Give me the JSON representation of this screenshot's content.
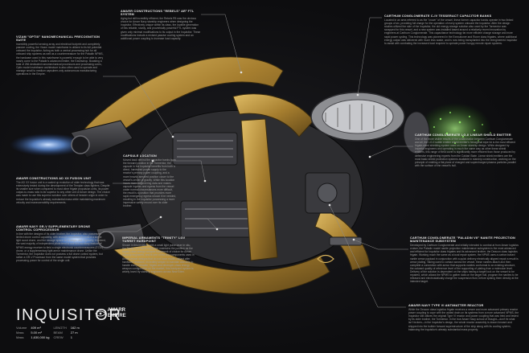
{
  "title": "INQUISITOR",
  "faction": {
    "line1": "AMARR",
    "line2": "EMPIRE"
  },
  "stats": [
    {
      "label": "Volume",
      "value": "409 m³",
      "label2": "LENGTH",
      "value2": "162 m"
    },
    {
      "label": "Mass",
      "value": "5.00 m³",
      "label2": "BEAM",
      "value2": "27 m"
    },
    {
      "label": "Mass",
      "value": "1,630,000 kg",
      "label2": "CREW",
      "value2": "1"
    }
  ],
  "annotations": [
    {
      "heading": "VIZAM \"OPTIX\" NANOMECHANICAL PRECOGNITION SUITE",
      "text": "Incredibly powerful sensing array and electrical footprint and completely passive cooling, the Vizam model mainframe is utilized to its full potential onboard the Inquisitor. Acting as both a central processing hub for all onboard ship systems as well as a countermeasure for the Paladin NPMS, the hardware used in this mainframe is powerful enough to be able to very nearly come to the Paladin's advanced limiter, the Eavesdrop. Boasting a total of 256 dedicated nanomechanical processors and processing cores, Optix model mainframe architecture is also often used to operate and manage small to medium capsuleer-only autonomous manufacturing operations in the Empire."
    },
    {
      "heading": "AMARR CONSTRUCTIONS \"REBELS\" AR² FTL SYSTEM",
      "text": "Aging but still incredibly efficient, the Rebels R5 was the obvious choice for Amarr Navy starship engineers when designing the Inquisitor. Effectively unique within its class, the lovable generation of this reliable, sturdy, and proverbially powerful FTL system was given only minimal modifications to its output in the Inquisitor. These modifications include a revised passive cooling system and an additional power coupling to increase load capacity."
    },
    {
      "heading": "CARTHUM CONGLOMERATE C-IV TESSERACT CAPACITOR BANKS",
      "text": "Located in an area referred to as the \"crown\" of the vessel, these former capacitor banks operate in two linked groups of six, providing full charge for the operation of every system onboard the Inquisitor. After the design studies utilized the side of the Inquisitor, the old energy storage solution also used by the Tormentor was scrapped for this vessel, and a new system was installed based around a relatively recent innovation by engineers at Carthum Conglomerate. This capacitance technology far more efficient charge storage and more rapid power cycling. This technology was pioneered in the Executioner and Rover class frigates, where additional energy output was delivered with much less waste, and is now being transplanted into the reengineered Inquisitor to assist with combating the increased load required to operate power hungry remote repair systems."
    },
    {
      "heading": "AMARR CONSTRUCTIONS AD XX FUSION UNIT",
      "text": "The AD XX fusion unit is a scaled up evolution of older technology that was extensively tested during the development of the Templar class fighters. Despite its smaller size when compared to most other frigate propulsion units, its power output-to-mass ratio is far superior to any other unit of Amarr design. The choice was made to use this superior solution over others of heavier origin in order to reduce the Inquisitor's already substantial mass while maintaining maximum velocity and maneuverability requirements."
    },
    {
      "heading": "CAPSULE LOCATION",
      "text": "Moved back behind the capacitor banks from the forward position in the Tormentor, the capsule in the Inquisitor benefits from both a direct, hardwired power supply to the reactor's primary power coupling, and a more heavily armored position closer to the vessel's center of gravity. While this location incurs more engineering data and makes capsule ingress and egress from the vessel under normal circumstances more difficult, the result is a position that provides more rapid emergency egress should it be needed, resulting in the Inquisitor possessing a more impressive safety record over its older brother."
    },
    {
      "heading": "CARTHUM CONGLOMERATE LG-II LINEAR SHIELD EMITTER",
      "text": "One of the more visible results of the collaboration between Carthum Conglomerate and all, the LG-II subtle emitter shield emitter's hexagonal style lid is the most efficient frigate-sized shielding system used on Amarr starship design. While designed by Imperial engineers and operating in much the same way as other linear shield emitters, this range of field cover is significantly more efficient than those produced by defensive engineering experts from the Caldari State. Linear shield emitters are the most basic shield protection systems available in starship construction, working on the principle of emitting a flat plane of charged and supercharged plasma particles parallel with the surface of the vessel's hull."
    },
    {
      "heading": "AMARR NAVY GR-V SUPPLEMENTARY DRONE CONTROL COPROCESSOR",
      "text": "In line with the designs of its older brother, the Inquisitor, also possesses limited drone control capability, with enough bandwidth to control a single light scout drone, and the storage space for a single unit. Typically, if utilized, the vast majority of independent pilots tend to use this auxiliary feature of NPMS energy receiver to field a single electronic countermeasures (ECM) drone, or a supplementary light armor maintenance drone. Unlike the Tormentor, the Inquisitor does not possess a full drone control system, but rather a GR-V Processor from the same model system that provides processing power for control of the single unit."
    },
    {
      "heading": "IMPERIAL ARMAMENTS \"TRINITY\" LGV TURRET HARDPOINT",
      "text": "Shown in this instance with a small light pulse laser in situ, the Trinity LGV turret hardpoint maintains the position as the frigate-class energy weapon framework of choice for Amarr starship engineers, and is one of the few components used in Amarr vessel designs that do not have model-variant after hardware revisions. Incredibly simple to maintain and able to handle every versatile, frigate-and destroyer-class energy weapon configuration on the market, this hardpoint system is widely loved by starship engineers across New Eden."
    },
    {
      "heading": "CARTHUM CONGLOMERATE \"PALADIN VII\" NANITE PROJECTION MAINTENANCE SUBSYSTEM",
      "text": "Developed by Carthum Conglomerate and initially intended to combat at from Amarr logistics cruiser, the Paladin model nanite projection maintenance subsystem is the most advanced and efficient for Inquisitor class frigates and its advanced brother, the Deacon class logistics frigate. Working much the same as a local repair system, the NPMS uses a carbon based nanite armor payload in conjunction with a quick delivery electrically aligned repair a result is armor plating. Taking used to contact across the vessel, these nanites attach and then complete a connection with armor that supports nanites conformal to an existing structure, the outward quality of reference level of the supporting of plating from a molecular level. Delivery of the solution is dependent on the ships having a target lock on the vessel to be repaired, which allows the NPMS to gather data on the target hull, program the nanites to be released and electrostatically charge the suspension fluid, before spiking them directly at the intended target."
    },
    {
      "heading": "AMARR NAVY TYPE VI ANTIMATTER REACTOR",
      "text": "While the Deacon class logistics frigate receives a newer and more advanced primary reactor power coupling to cope with the added drain on its systems from a more advanced NPMS, the Inquisitor still utilizes the original Type VI reactor and power coupling that was tried and tested by its older brother, the Tormentor. In the true Amarr Navy school of thought—don't fix what isn't broken—in the Inquisitor's design, the whole reactor assembly is drawn forward and shipped into the bulkier forward superstructure of the ship along with its cooling system, balancing the Inquisitor's already substantial mass properly."
    }
  ],
  "colors": {
    "gold": "#b08a3a",
    "gold_light": "#d8b25c",
    "hull_dark": "#2a2a2c",
    "thruster": "#6fa8ff",
    "green_glow": "#7dff5a"
  }
}
